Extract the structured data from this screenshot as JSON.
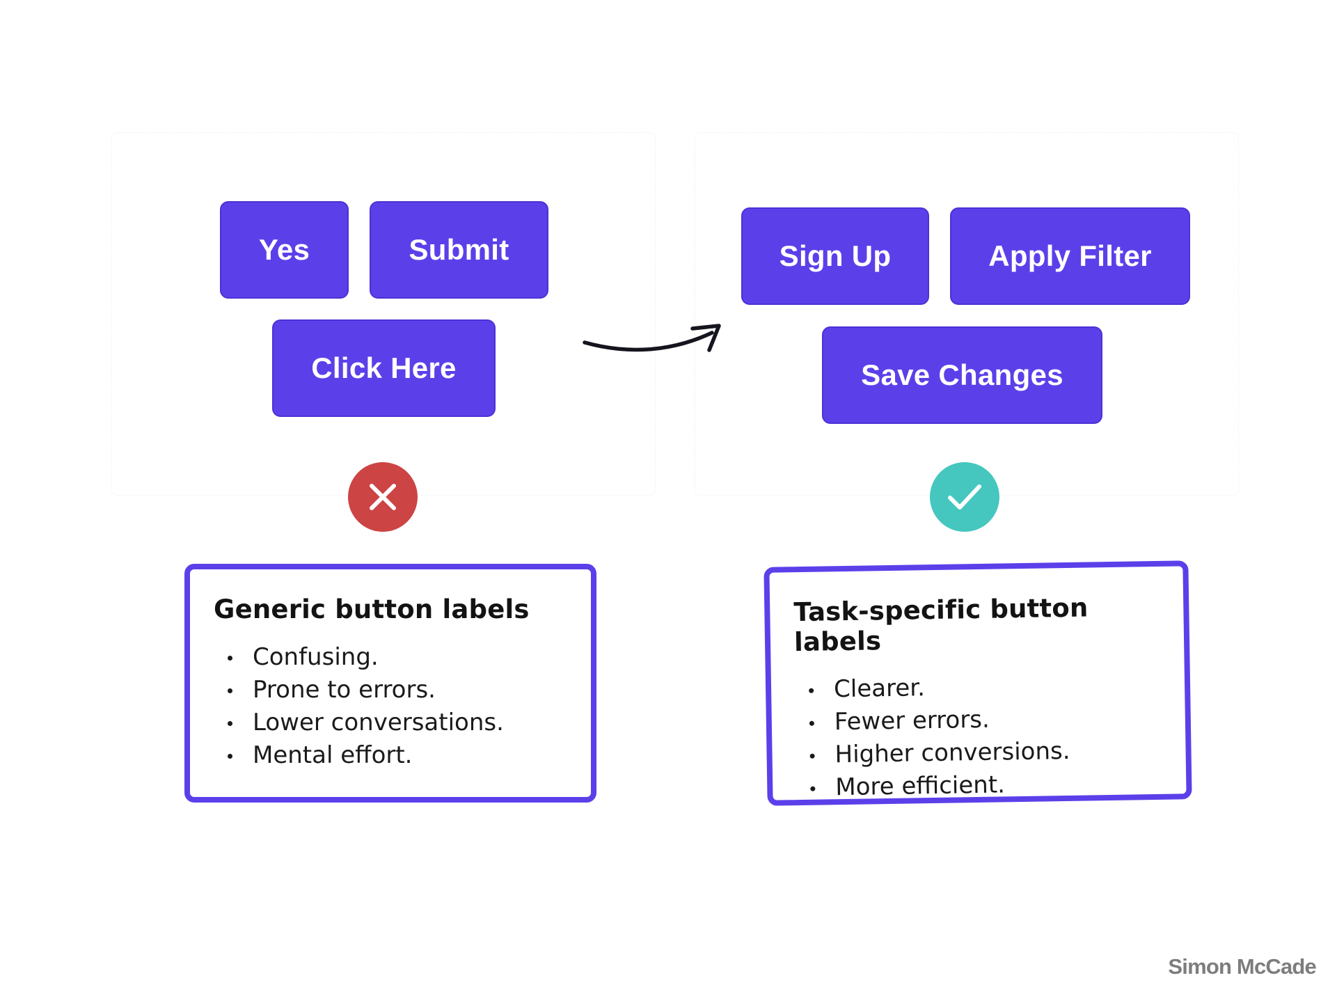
{
  "colors": {
    "button_bg": "#5b40ea",
    "card_border": "#5b40ea",
    "bad_badge": "#cc4444",
    "good_badge": "#45c7bf",
    "arrow": "#15151f",
    "credit_text": "#7d7d7d"
  },
  "left": {
    "buttons": [
      {
        "label": "Yes"
      },
      {
        "label": "Submit"
      },
      {
        "label": "Click Here"
      }
    ],
    "badge_icon": "x-icon",
    "card": {
      "title": "Generic button labels",
      "points": [
        "Confusing.",
        "Prone to errors.",
        "Lower conversations.",
        "Mental effort."
      ]
    }
  },
  "arrow_icon": "curved-arrow-right-icon",
  "right": {
    "buttons": [
      {
        "label": "Sign Up"
      },
      {
        "label": "Apply Filter"
      },
      {
        "label": "Save Changes"
      }
    ],
    "badge_icon": "checkmark-icon",
    "card": {
      "title": "Task-specific button labels",
      "points": [
        "Clearer.",
        "Fewer errors.",
        "Higher conversions.",
        "More efficient."
      ]
    }
  },
  "credit": "Simon McCade"
}
